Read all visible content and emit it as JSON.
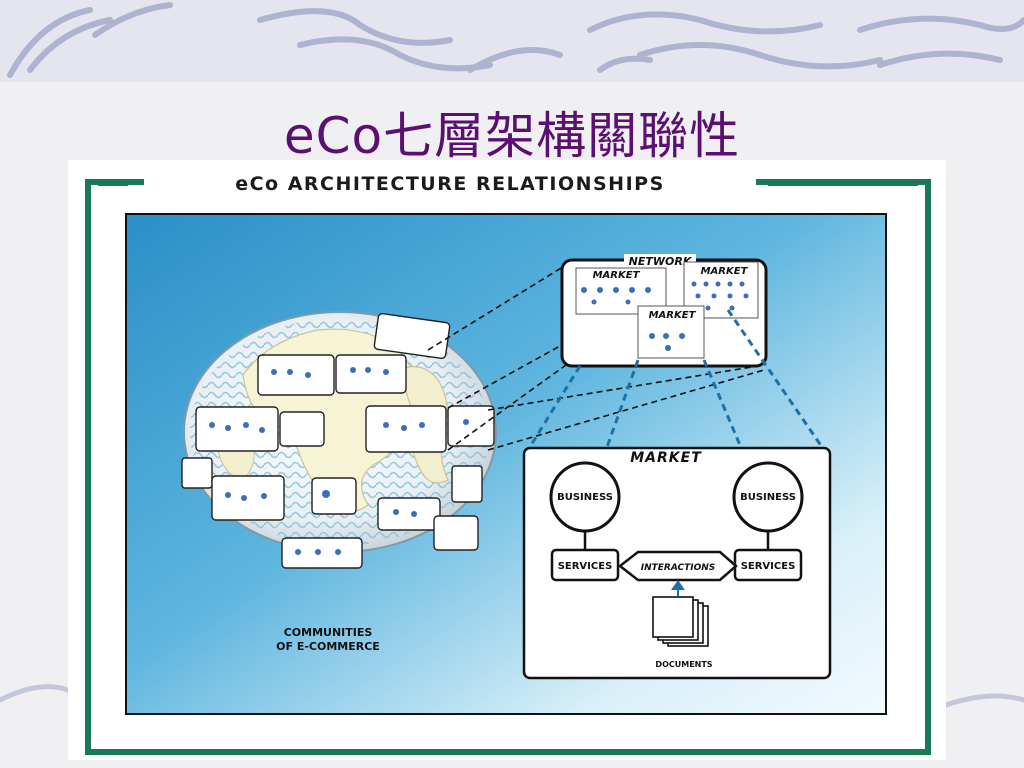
{
  "slide": {
    "title_latin": "eCo",
    "title_cjk": "七層架構關聯性"
  },
  "figure": {
    "banner": "eCo ARCHITECTURE RELATIONSHIPS",
    "network_label": "NETWORK",
    "network_markets": [
      "MARKET",
      "MARKET",
      "MARKET"
    ],
    "market_label": "MARKET",
    "business_left": "BUSINESS",
    "business_right": "BUSINESS",
    "services_left": "SERVICES",
    "services_right": "SERVICES",
    "interactions": "INTERACTIONS",
    "documents": "DOCUMENTS",
    "communities_line1": "COMMUNITIES",
    "communities_line2": "OF E-COMMERCE"
  },
  "colors": {
    "title": "#5b0f70",
    "frame_green": "#1a7a55",
    "panel_blue": "#2a8fc8",
    "panel_light": "#e8f6fb",
    "dash_blue": "#1f6fa8"
  }
}
